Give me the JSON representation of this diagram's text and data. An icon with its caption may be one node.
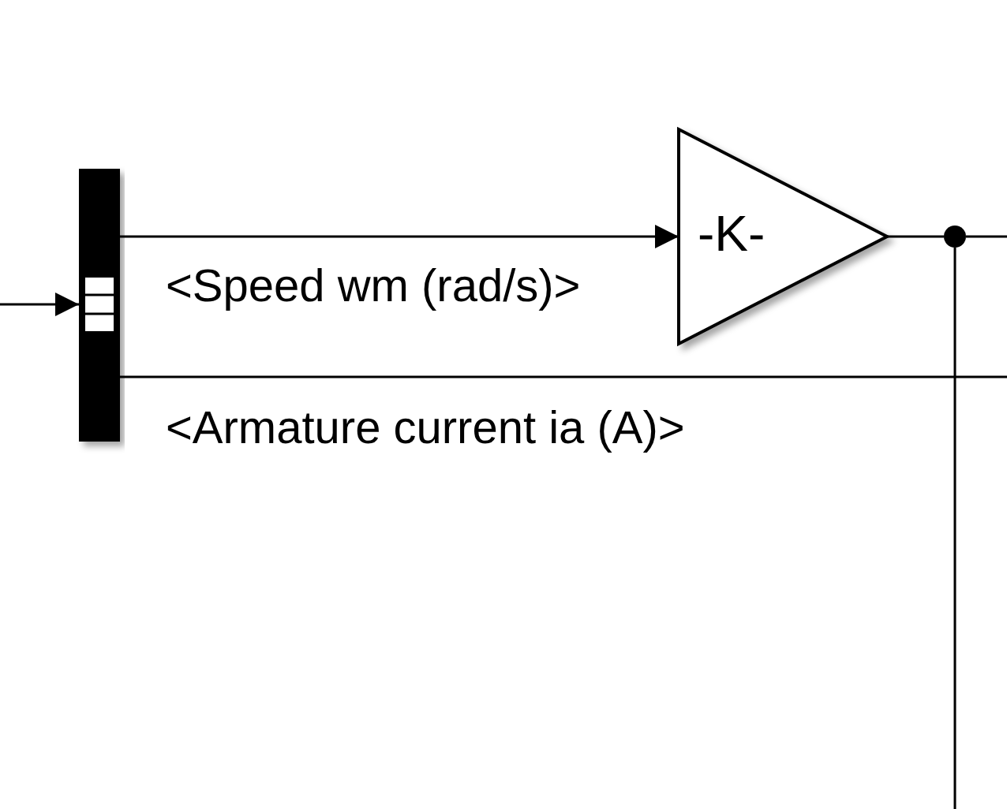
{
  "diagram": {
    "nodes": [
      {
        "text": [],
        "shape": "bar"
      },
      {
        "text": [
          "-K-"
        ]
      },
      {
        "text": [],
        "shape": "circle"
      }
    ],
    "edges": [
      {
        "from": null,
        "to": 0,
        "arrow": "to"
      },
      {
        "from": 0,
        "to": 1,
        "arrow": "to",
        "label": "<Speed wm (rad/s)>"
      },
      {
        "from": 1,
        "to": 2,
        "arrow": "none"
      },
      {
        "from": 2,
        "to": null,
        "arrow": "none"
      },
      {
        "from": 2,
        "to": null,
        "arrow": "none"
      },
      {
        "from": 0,
        "to": null,
        "arrow": "none",
        "label": "<Armature current ia (A)>"
      }
    ]
  }
}
